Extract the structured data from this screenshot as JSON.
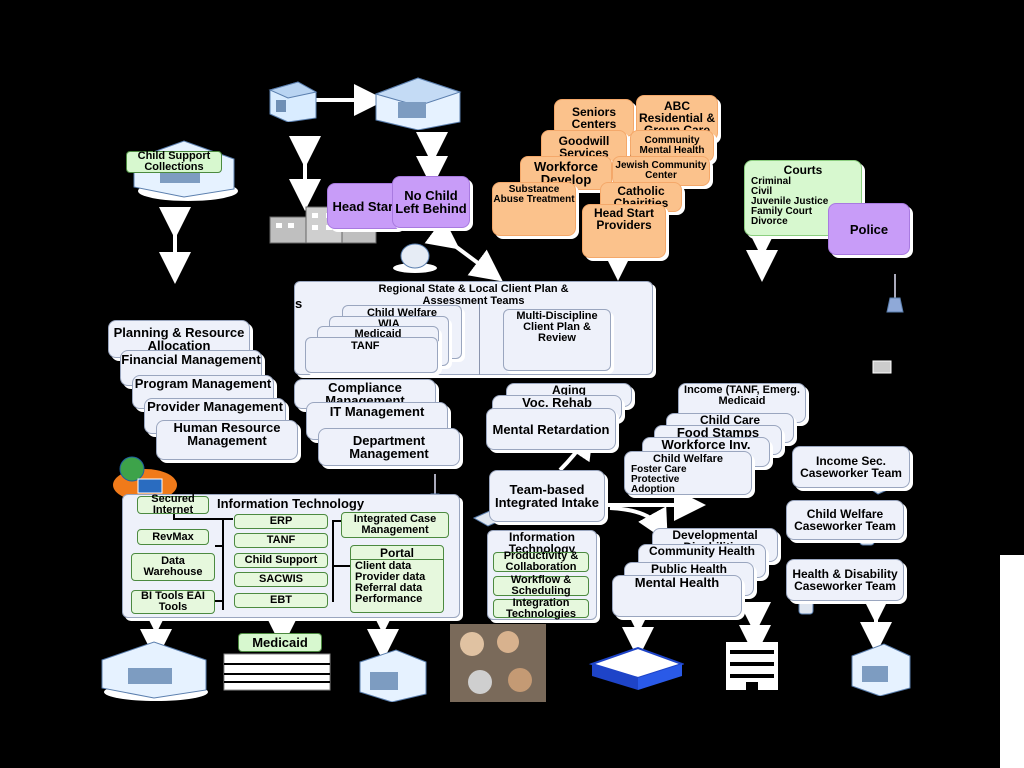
{
  "colors": {
    "background": "#000000",
    "box": "#eef1fa",
    "community": "#fbc28c",
    "purple": "#c89cf8",
    "green": "#d7f8cf"
  },
  "top": {
    "child_support_collections": "Child Support Collections",
    "head_start": "Head Start",
    "no_child_left_behind": "No Child Left Behind"
  },
  "community": {
    "seniors_centers": "Seniors Centers",
    "abc_residential": "ABC Residential & Group Care",
    "goodwill": "Goodwill Services",
    "community_mental_health": "Community Mental Health",
    "workforce_develop": "Workforce Develop",
    "jewish_community": "Jewish Community Center",
    "substance_abuse": "Substance Abuse Treatment",
    "catholic_charities": "Catholic Chairities",
    "head_start_providers": "Head Start Providers"
  },
  "courts": {
    "title": "Courts",
    "items": [
      "Criminal",
      "Civil",
      "Juvenile Justice",
      "Family Court",
      "Divorce"
    ]
  },
  "police": "Police",
  "regional": {
    "title": "Regional State & Local Client Plan & Assessment Teams",
    "stack": [
      "Child Welfare",
      "WIA",
      "Medicaid",
      "TANF"
    ],
    "multi": "Multi-Discipline Client Plan & Review",
    "edge_char": "s"
  },
  "admin_left": [
    "Planning & Resource Allocation",
    "Financial Management",
    "Program Management",
    "Provider Management",
    "Human Resource Management"
  ],
  "admin_mid": [
    "Compliance Management",
    "IT Management",
    "Department Management"
  ],
  "services_mid": [
    "Aging",
    "Voc. Rehab",
    "Mental Retardation"
  ],
  "programs_right": [
    "Income (TANF, Emerg. Medicaid",
    "Child Care",
    "Food Stamps",
    "Workforce Inv."
  ],
  "child_welfare_box": {
    "title": "Child Welfare",
    "items": [
      "Foster Care",
      "Protective",
      "Adoption"
    ]
  },
  "caseworker": [
    "Income Sec. Caseworker Team",
    "Child Welfare Caseworker Team",
    "Health & Disability Caseworker Team"
  ],
  "intake": "Team-based Integrated Intake",
  "it": {
    "title": "Information Technology",
    "left": [
      "Secured Internet",
      "RevMax",
      "Data Warehouse",
      "BI Tools EAI Tools"
    ],
    "mid": [
      "ERP",
      "TANF",
      "Child Support",
      "SACWIS",
      "EBT"
    ],
    "icm": "Integrated Case Management",
    "portal_title": "Portal",
    "portal_items": [
      "Client data",
      "Provider data",
      "Referral data",
      "Performance"
    ]
  },
  "it2": {
    "title": "Information Technology",
    "items": [
      "Productivity & Collaboration",
      "Workflow & Scheduling",
      "Integration Technologies"
    ]
  },
  "health_stack": [
    "Developmental Disabilities",
    "Community Health",
    "Public Health",
    "Mental Health"
  ],
  "bottom": {
    "medicaid": "Medicaid"
  }
}
